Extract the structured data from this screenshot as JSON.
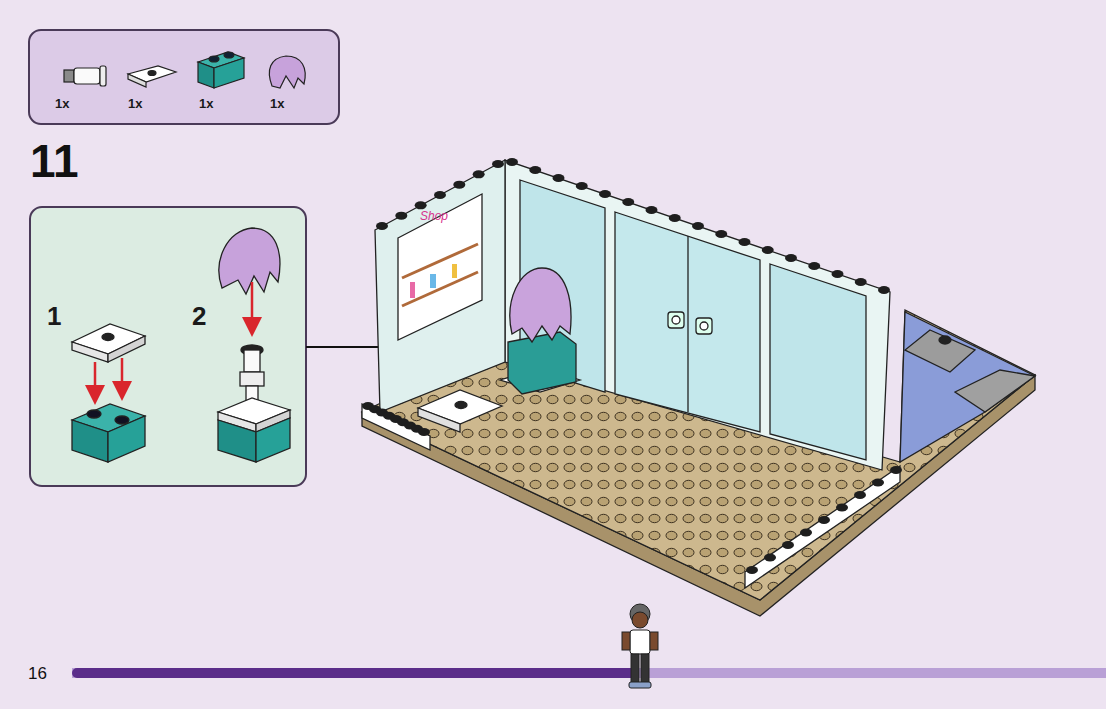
{
  "diagram": {
    "nodes": [
      {
        "text": [
          "1x",
          "1x",
          "1x",
          "1x"
        ]
      },
      {
        "text": [
          "1",
          "2"
        ]
      }
    ],
    "labels": [
      "11",
      "16",
      "Shop"
    ]
  }
}
